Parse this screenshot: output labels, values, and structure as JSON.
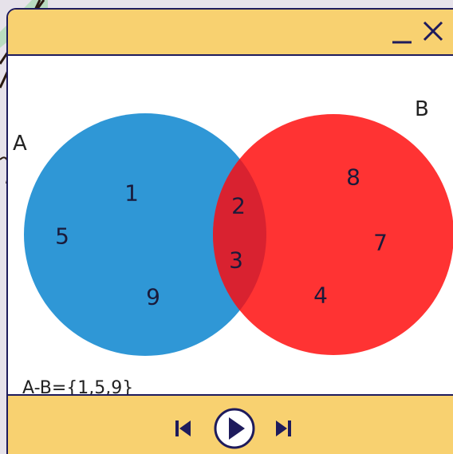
{
  "venn": {
    "set_a_label": "A",
    "set_b_label": "B",
    "a_only": [
      "1",
      "5",
      "9"
    ],
    "intersection": [
      "2",
      "3"
    ],
    "b_only": [
      "8",
      "7",
      "4"
    ],
    "colors": {
      "set_a": "#2f97d6",
      "set_b": "#ff3333",
      "overlap": "#d92230",
      "titlebar": "#f8d170",
      "border": "#1e1b5c"
    }
  },
  "result": "A-B={1,5,9}",
  "icons": {
    "minimize": "minimize-icon",
    "close": "close-icon",
    "prev": "skip-back-icon",
    "play": "play-icon",
    "next": "skip-forward-icon"
  }
}
